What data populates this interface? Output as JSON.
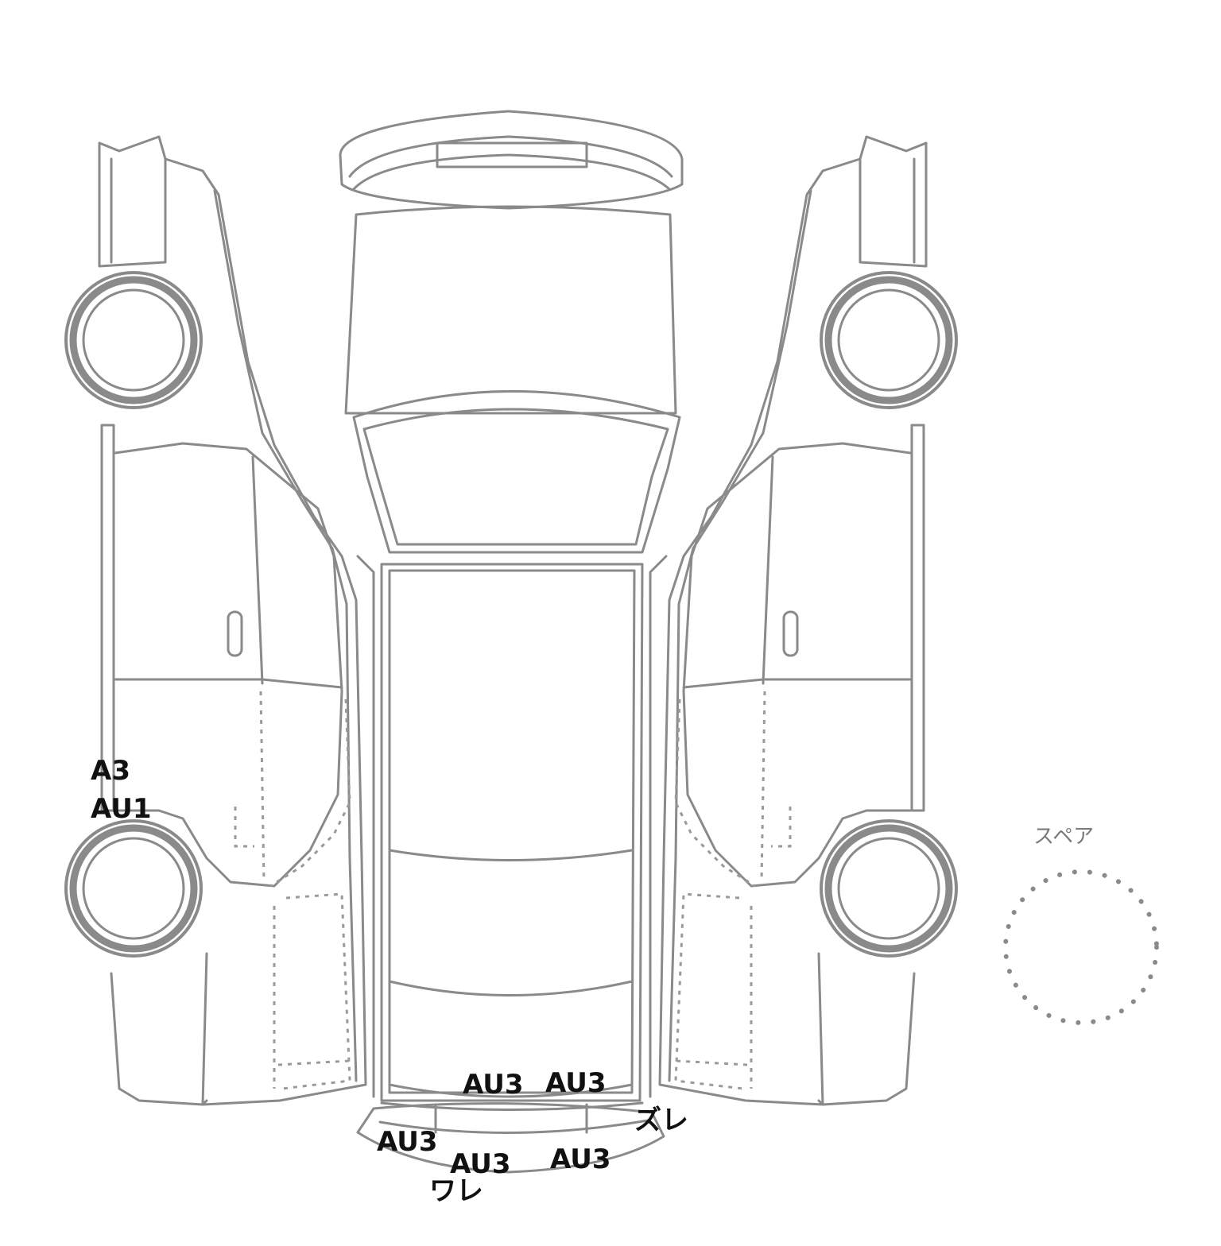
{
  "marks": [
    {
      "id": "left-rear-a3",
      "text": "A3"
    },
    {
      "id": "left-rear-au1",
      "text": "AU1"
    },
    {
      "id": "rear-upper-left-au3",
      "text": "AU3"
    },
    {
      "id": "rear-upper-right-au3",
      "text": "AU3"
    },
    {
      "id": "rear-right-zure",
      "text": "ズレ"
    },
    {
      "id": "bumper-left-au3",
      "text": "AU3"
    },
    {
      "id": "bumper-center-au3",
      "text": "AU3"
    },
    {
      "id": "bumper-right-au3",
      "text": "AU3"
    },
    {
      "id": "bumper-ware",
      "text": "ワレ"
    }
  ],
  "spare": {
    "label": "スペア"
  },
  "colors": {
    "outline": "#8a8a8a",
    "mark_text": "#111111"
  }
}
